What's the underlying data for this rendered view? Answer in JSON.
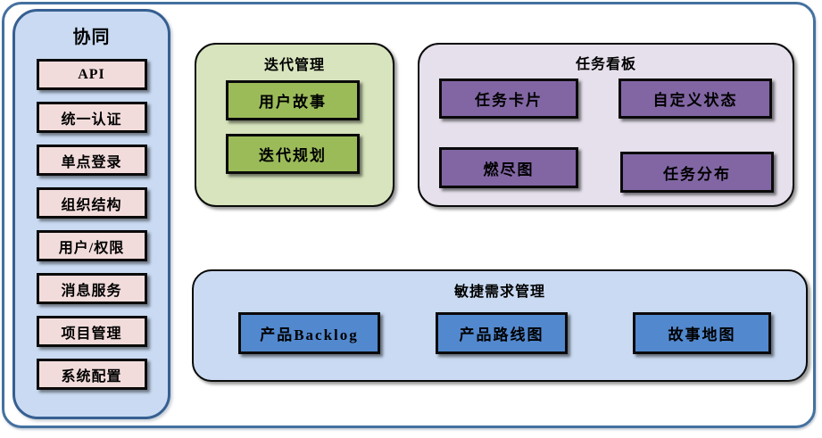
{
  "colors": {
    "frame-border": "#44719F",
    "sidebar-border": "#365F91",
    "light-blue": "#C9DAF2",
    "pink": "#F2DCDB",
    "green-light": "#D7E4BD",
    "green": "#9BBB59",
    "purple-light": "#E6E0EC",
    "purple": "#8266A4",
    "blue": "#5288CE",
    "box-border": "#0A0A0A"
  },
  "sidebar": {
    "title": "协同",
    "items": [
      "API",
      "统一认证",
      "单点登录",
      "组织结构",
      "用户/权限",
      "消息服务",
      "项目管理",
      "系统配置"
    ]
  },
  "panels": {
    "iteration": {
      "title": "迭代管理",
      "items": [
        "用户故事",
        "迭代规划"
      ]
    },
    "kanban": {
      "title": "任务看板",
      "items": [
        "任务卡片",
        "自定义状态",
        "燃尽图",
        "任务分布"
      ]
    },
    "agile": {
      "title": "敏捷需求管理",
      "items": [
        "产品Backlog",
        "产品路线图",
        "故事地图"
      ]
    }
  }
}
